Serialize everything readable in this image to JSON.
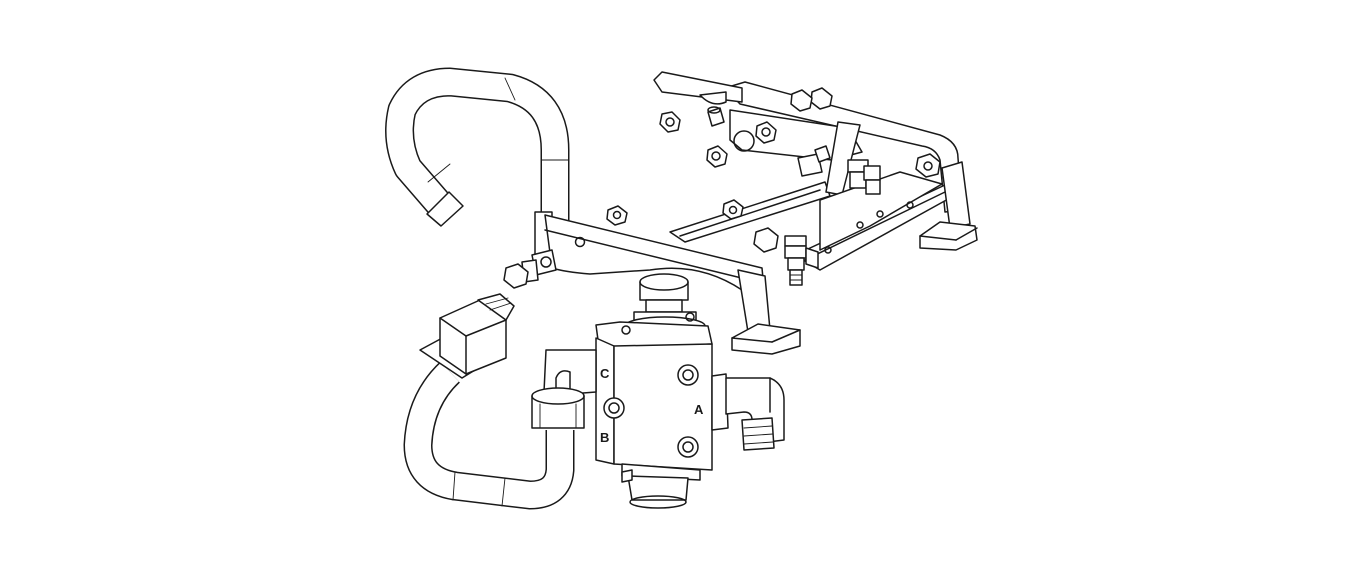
{
  "diagram": {
    "labels": {
      "port_a": "A",
      "port_b": "B",
      "port_c": "C"
    },
    "colors": {
      "line": "#1a1a1a",
      "background": "#ffffff"
    }
  }
}
